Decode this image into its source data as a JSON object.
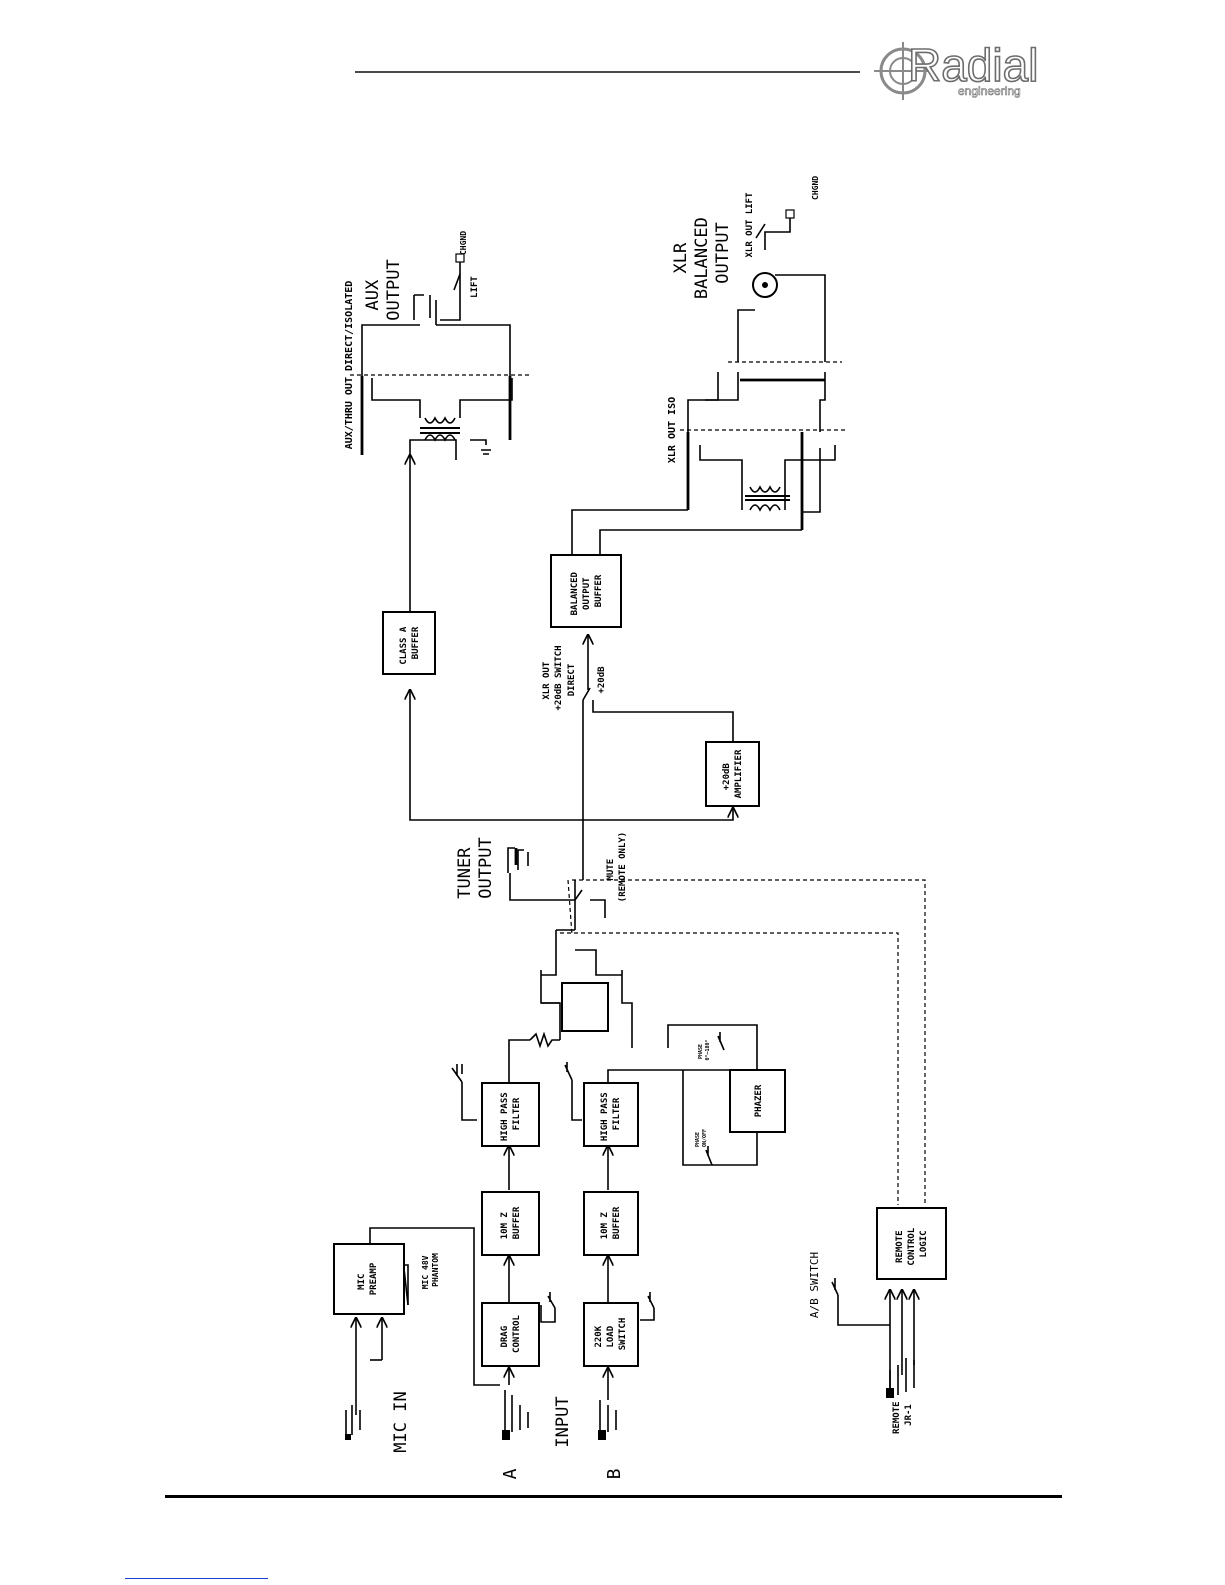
{
  "header": {
    "logo": {
      "brand": "Radial",
      "sub": "engineering"
    }
  },
  "diagram": {
    "blocks": {
      "mic_preamp": [
        "MIC",
        "PREAMP"
      ],
      "drag_control": [
        "DRAG",
        "CONTROL"
      ],
      "load_switch": [
        "220K",
        "LOAD",
        "SWITCH"
      ],
      "buffer_a": [
        "10M Z",
        "BUFFER"
      ],
      "buffer_b": [
        "10M Z",
        "BUFFER"
      ],
      "hpf_a": [
        "HIGH PASS",
        "FILTER"
      ],
      "hpf_b": [
        "HIGH PASS",
        "FILTER"
      ],
      "phazer": [
        "PHAZER"
      ],
      "remote_logic": [
        "REMOTE",
        "CONTROL",
        "LOGIC"
      ],
      "class_a_buffer": [
        "CLASS A",
        "BUFFER"
      ],
      "amplifier": [
        "+20dB",
        "AMPLIFIER"
      ],
      "balanced_buffer": [
        "BALANCED",
        "OUTPUT",
        "BUFFER"
      ]
    },
    "labels": {
      "mic_in": "MIC IN",
      "input": "INPUT",
      "input_a": "A",
      "input_b": "B",
      "mic_48v": [
        "MIC 48V",
        "PHANTOM"
      ],
      "ab_switch": "A/B SWITCH",
      "remote": [
        "REMOTE",
        "JR-1"
      ],
      "phase_onoff": [
        "PHASE",
        "ON/OFF"
      ],
      "phase_180": [
        "PHASE",
        "0°—180°"
      ],
      "tuner_output": [
        "TUNER",
        "OUTPUT"
      ],
      "mute": [
        "MUTE",
        "(REMOTE ONLY)"
      ],
      "xlr_out_switch": [
        "XLR OUT",
        "+20dB SWITCH"
      ],
      "direct": "DIRECT",
      "plus20": "+20dB",
      "aux_thru": "AUX/THRU OUT DIRECT/ISOLATED",
      "aux_output": [
        "AUX",
        "OUTPUT"
      ],
      "lift": "LIFT",
      "chgnd_aux": "CHGND",
      "xlr_out_iso": "XLR OUT ISO",
      "xlr_balanced": [
        "XLR",
        "BALANCED",
        "OUTPUT"
      ],
      "xlr_out_lift": "XLR OUT LIFT",
      "chgnd_xlr": "CHGND"
    }
  }
}
